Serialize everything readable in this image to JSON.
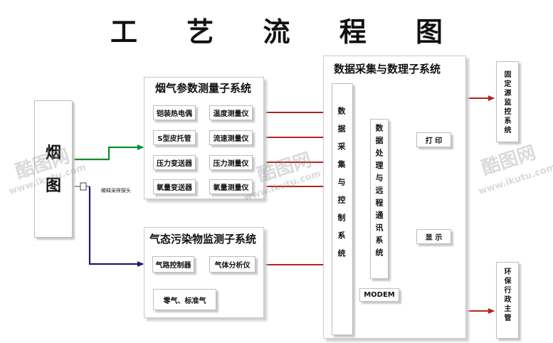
{
  "title": "工 艺 流 程 图",
  "source": {
    "label": "烟\n\n图"
  },
  "probe_label": "稀释采样探头",
  "flue_panel": {
    "title": "烟气参数测量子系统",
    "rows": [
      {
        "sensor": "铠装热电偶",
        "instrument": "温度测量仪"
      },
      {
        "sensor": "S型皮托管",
        "instrument": "流速测量仪"
      },
      {
        "sensor": "压力变送器",
        "instrument": "压力测量仪"
      },
      {
        "sensor": "氧量变送器",
        "instrument": "氧量测量仪"
      }
    ]
  },
  "gas_panel": {
    "title": "气态污染物监测子系统",
    "controller": "气路控制器",
    "analyzer": "气体分析仪",
    "calibration": "零气、标准气"
  },
  "data_panel": {
    "title": "数据采集与数理子系统",
    "acquisition": "数据采集与控制系统",
    "processing": "数据处理与远程通讯系统",
    "print_label": "打  印",
    "display_label": "显  示",
    "modem_label": "MODEM"
  },
  "outputs": {
    "fixed_source": "固定源监控系统",
    "environmental": "环保行政主管"
  },
  "watermarks": [
    "酷图网",
    "www.ikutu.com"
  ],
  "colors": {
    "green_line": "#0a8f2a",
    "navy_line": "#1c1a6e",
    "red_line": "#b3241c"
  }
}
